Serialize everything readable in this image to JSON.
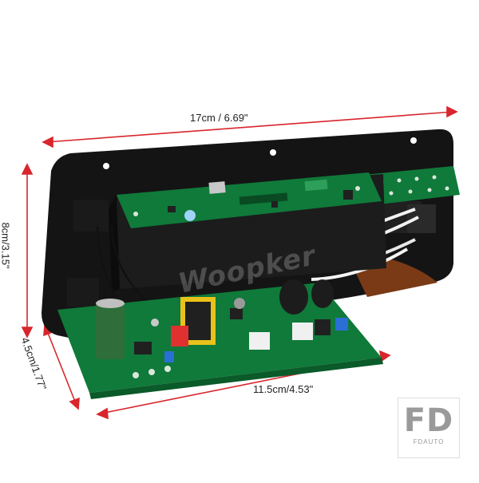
{
  "dimensions": {
    "width_label": "17cm / 6.69\"",
    "height_label": "8cm/3.15\"",
    "depth_label": "4.5cm/1.77\"",
    "pcb_length_label": "11.5cm/4.53\""
  },
  "watermark": {
    "text": "Woopker"
  },
  "brand_logo": {
    "mark": "FD",
    "name": "FDAUTO"
  },
  "colors": {
    "arrow_red": "#d8262c",
    "panel_black": "#141414",
    "pcb_green": "#0f7a3a"
  }
}
